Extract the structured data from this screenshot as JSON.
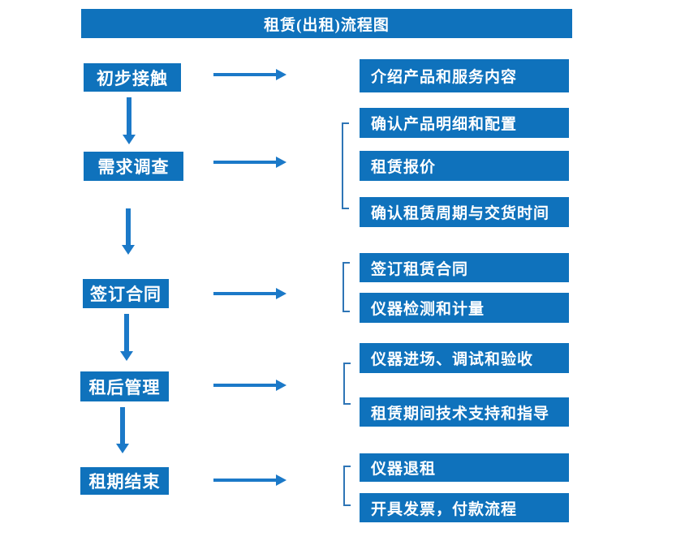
{
  "title": "租赁(出租)流程图",
  "colors": {
    "box_blue": "#0f72bc",
    "arrow_blue": "#1b79c8",
    "bracket_blue": "#2e75b6",
    "text_white": "#ffffff",
    "background": "#ffffff"
  },
  "steps": [
    {
      "label": "初步接触",
      "details": [
        "介绍产品和服务内容"
      ]
    },
    {
      "label": "需求调查",
      "details": [
        "确认产品明细和配置",
        "租赁报价",
        "确认租赁周期与交货时间"
      ]
    },
    {
      "label": "签订合同",
      "details": [
        "签订租赁合同",
        "仪器检测和计量"
      ]
    },
    {
      "label": "租后管理",
      "details": [
        "仪器进场、调试和验收",
        "租赁期间技术支持和指导"
      ]
    },
    {
      "label": "租期结束",
      "details": [
        "仪器退租",
        "开具发票，付款流程"
      ]
    }
  ]
}
